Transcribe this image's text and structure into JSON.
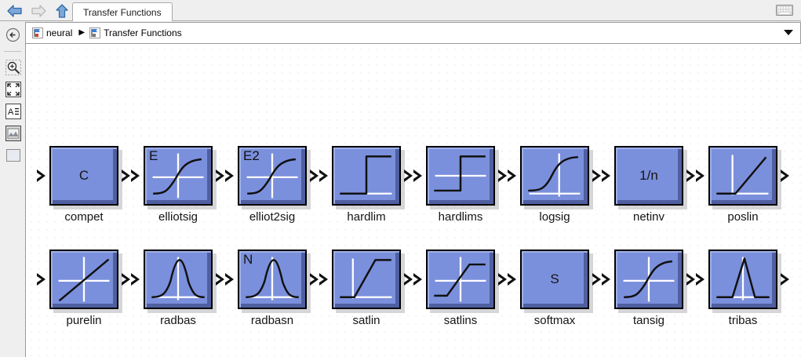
{
  "window": {
    "tab_label": "Transfer Functions",
    "keyboard_icon": "keyboard-icon"
  },
  "nav": {
    "back_label": "Back",
    "forward_label": "Forward",
    "up_label": "Up"
  },
  "breadcrumb": {
    "items": [
      {
        "label": "neural",
        "icon": "library-icon"
      },
      {
        "label": "Transfer Functions",
        "icon": "library-icon"
      }
    ],
    "separator": "▶",
    "dropdown_icon": "chevron-down-icon"
  },
  "toolrail": {
    "items": [
      {
        "name": "back-to-library-icon",
        "label": "Back to Library"
      },
      {
        "name": "zoom-in-icon",
        "label": "Zoom In"
      },
      {
        "name": "fit-to-view-icon",
        "label": "Fit To View"
      },
      {
        "name": "text-annotation-icon",
        "label": "Text Annotation"
      },
      {
        "name": "image-annotation-icon",
        "label": "Image"
      },
      {
        "name": "area-annotation-icon",
        "label": "Area"
      }
    ]
  },
  "theme": {
    "block_fill": "#7b90dc",
    "block_highlight": "#9fb0e6",
    "block_shade": "#4f5fa0",
    "block_border": "#000000",
    "canvas_bg": "#ffffff",
    "chrome_bg": "#efefef",
    "curve_color": "#111111",
    "axis_color": "#ffffff"
  },
  "library": {
    "blocks": [
      {
        "label": "compet",
        "glyph": "C",
        "corner": "",
        "graphic": "none",
        "row": 0,
        "col": 0
      },
      {
        "label": "elliotsig",
        "glyph": "",
        "corner": "E",
        "graphic": "sigmoid",
        "row": 0,
        "col": 1
      },
      {
        "label": "elliot2sig",
        "glyph": "",
        "corner": "E2",
        "graphic": "sigmoid",
        "row": 0,
        "col": 2
      },
      {
        "label": "hardlim",
        "glyph": "",
        "corner": "",
        "graphic": "hardlim",
        "row": 0,
        "col": 3
      },
      {
        "label": "hardlims",
        "glyph": "",
        "corner": "",
        "graphic": "hardlims",
        "row": 0,
        "col": 4
      },
      {
        "label": "logsig",
        "glyph": "",
        "corner": "",
        "graphic": "logsig",
        "row": 0,
        "col": 5
      },
      {
        "label": "netinv",
        "glyph": "1/n",
        "corner": "",
        "graphic": "none",
        "row": 0,
        "col": 6
      },
      {
        "label": "poslin",
        "glyph": "",
        "corner": "",
        "graphic": "poslin",
        "row": 0,
        "col": 7
      },
      {
        "label": "purelin",
        "glyph": "",
        "corner": "",
        "graphic": "purelin",
        "row": 1,
        "col": 0
      },
      {
        "label": "radbas",
        "glyph": "",
        "corner": "",
        "graphic": "radbas",
        "row": 1,
        "col": 1
      },
      {
        "label": "radbasn",
        "glyph": "",
        "corner": "N",
        "graphic": "radbas",
        "row": 1,
        "col": 2
      },
      {
        "label": "satlin",
        "glyph": "",
        "corner": "",
        "graphic": "satlin",
        "row": 1,
        "col": 3
      },
      {
        "label": "satlins",
        "glyph": "",
        "corner": "",
        "graphic": "satlins",
        "row": 1,
        "col": 4
      },
      {
        "label": "softmax",
        "glyph": "S",
        "corner": "",
        "graphic": "none",
        "row": 1,
        "col": 5
      },
      {
        "label": "tansig",
        "glyph": "",
        "corner": "",
        "graphic": "tansig",
        "row": 1,
        "col": 6
      },
      {
        "label": "tribas",
        "glyph": "",
        "corner": "",
        "graphic": "tribas",
        "row": 1,
        "col": 7
      }
    ]
  }
}
